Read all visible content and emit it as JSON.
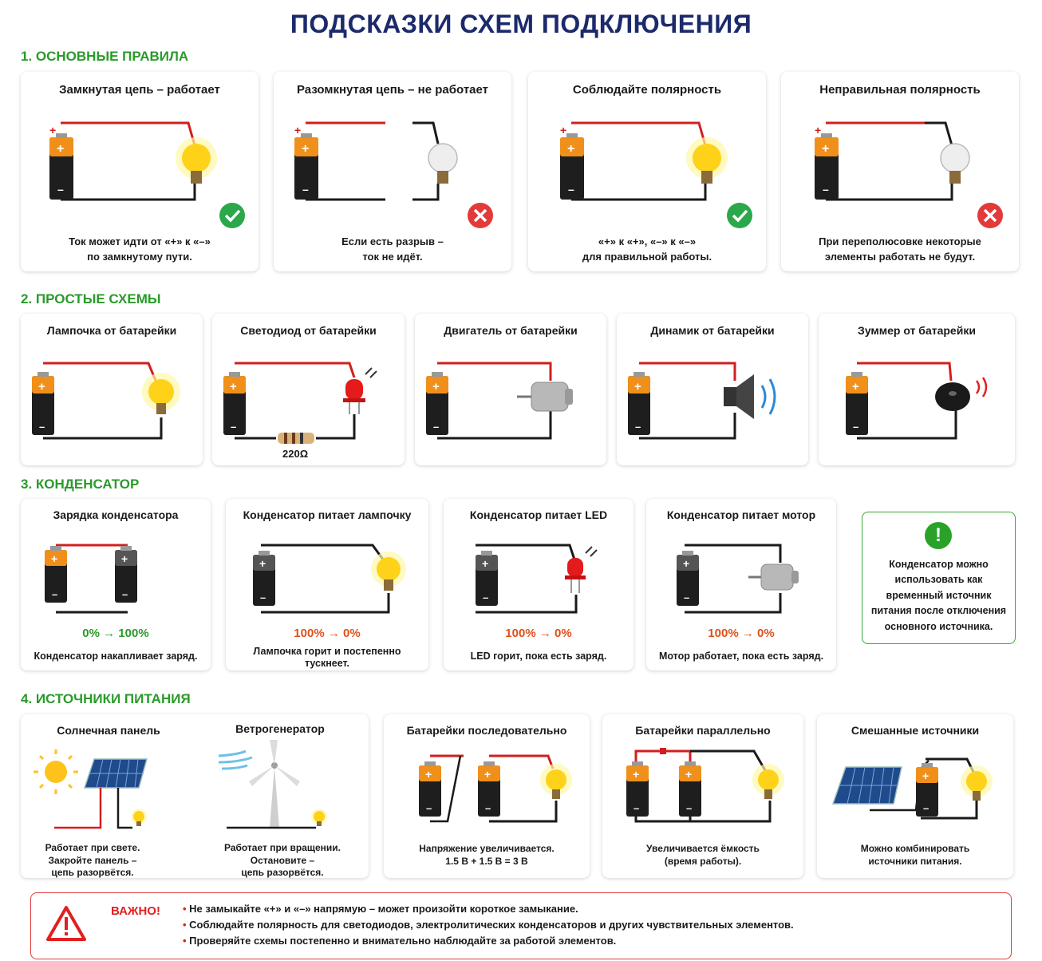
{
  "title": "ПОДСКАЗКИ СХЕМ ПОДКЛЮЧЕНИЯ",
  "sections": [
    {
      "title": "1. ОСНОВНЫЕ ПРАВИЛА"
    },
    {
      "title": "2. ПРОСТЫЕ СХЕМЫ"
    },
    {
      "title": "3. КОНДЕНСАТОР"
    },
    {
      "title": "4. ИСТОЧНИКИ ПИТАНИЯ"
    }
  ],
  "rules": [
    {
      "title": "Замкнутая цепь – работает",
      "desc": [
        "Ток может идти от «+» к «–»",
        "по замкнутому пути."
      ],
      "status": "ok"
    },
    {
      "title": "Разомкнутая цепь – не работает",
      "desc": [
        "Если есть разрыв –",
        "ток не идёт."
      ],
      "status": "bad"
    },
    {
      "title": "Соблюдайте полярность",
      "desc": [
        "«+» к «+», «–» к «–»",
        "для правильной работы."
      ],
      "status": "ok"
    },
    {
      "title": "Неправильная полярность",
      "desc": [
        "При переполюсовке некоторые",
        "элементы работать не будут."
      ],
      "status": "bad"
    }
  ],
  "simple": [
    {
      "title": "Лампочка от батарейки"
    },
    {
      "title": "Светодиод от батарейки",
      "resistor": "220Ω"
    },
    {
      "title": "Двигатель от батарейки"
    },
    {
      "title": "Динамик от батарейки"
    },
    {
      "title": "Зуммер от батарейки"
    }
  ],
  "capacitor": [
    {
      "title": "Зарядка конденсатора",
      "pct": "0% → 100%",
      "desc": "Конденсатор накапливает заряд."
    },
    {
      "title": "Конденсатор питает лампочку",
      "pct": "100% → 0%",
      "desc": "Лампочка горит и постепенно тускнеет."
    },
    {
      "title": "Конденсатор питает LED",
      "pct": "100% → 0%",
      "desc": "LED горит, пока есть заряд."
    },
    {
      "title": "Конденсатор питает мотор",
      "pct": "100% → 0%",
      "desc": "Мотор работает, пока есть заряд."
    }
  ],
  "capacitor_note": "Конденсатор можно использовать как временный источник питания после отключения основного источника.",
  "power": [
    {
      "title": "Солнечная панель",
      "desc": [
        "Работает при свете.",
        "Закройте панель –",
        "цепь разорвётся."
      ]
    },
    {
      "title": "Ветрогенератор",
      "desc": [
        "Работает при вращении.",
        "Остановите –",
        "цепь разорвётся."
      ]
    },
    {
      "title": "Батарейки последовательно",
      "desc": [
        "Напряжение увеличивается.",
        "1.5 В + 1.5 В = 3 В"
      ]
    },
    {
      "title": "Батарейки параллельно",
      "desc": [
        "Увеличивается ёмкость",
        "(время работы)."
      ]
    },
    {
      "title": "Смешанные источники",
      "desc": [
        "Можно комбинировать",
        "источники питания."
      ]
    }
  ],
  "warning": {
    "label": "ВАЖНО!",
    "items": [
      "Не замыкайте «+» и «–» напрямую – может произойти короткое замыкание.",
      "Соблюдайте полярность для светодиодов, электролитических конденсаторов и других чувствительных элементов.",
      "Проверяйте схемы постепенно и внимательно наблюдайте за работой элементов."
    ]
  },
  "colors": {
    "title": "#1c2a6b",
    "section": "#2a9a2a",
    "ok": "#2aa84a",
    "bad": "#e23a3a",
    "wire_red": "#d11f1f",
    "wire_black": "#1a1a1a",
    "percent_green": "#2a9a2a",
    "percent_red": "#e0501a"
  }
}
